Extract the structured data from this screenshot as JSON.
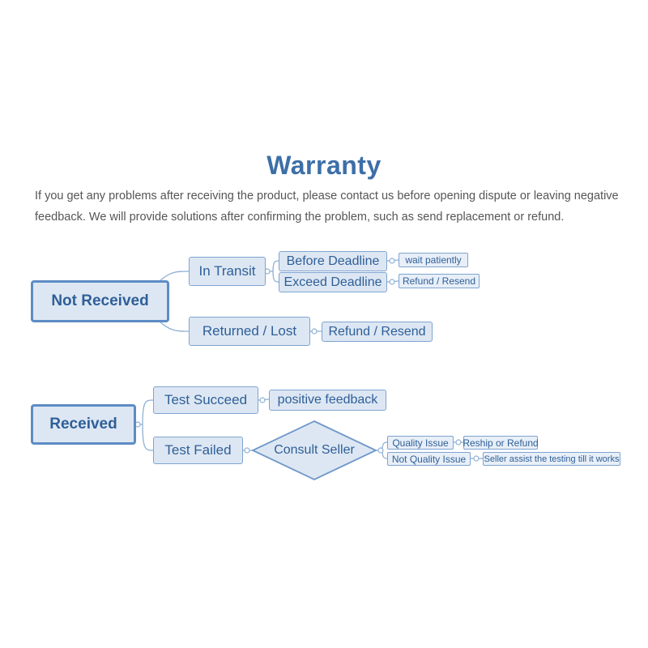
{
  "title": "Warranty",
  "intro": {
    "line1": "If you get any problems after receiving the product, please contact us before opening dispute or leaving negative",
    "line2": "feedback. We will provide solutions after confirming the problem, such as send replacement or refund."
  },
  "not_received": {
    "root": "Not Received",
    "in_transit": "In Transit",
    "before_deadline": "Before Deadline",
    "wait_patiently": "wait patiently",
    "exceed_deadline": "Exceed Deadline",
    "refund_resend_small": "Refund / Resend",
    "returned_lost": "Returned / Lost",
    "refund_resend": "Refund / Resend"
  },
  "received": {
    "root": "Received",
    "test_succeed": "Test Succeed",
    "positive_feedback": "positive feedback",
    "test_failed": "Test Failed",
    "consult_seller": "Consult Seller",
    "quality_issue": "Quality Issue",
    "reship_or_refund": "Reship or Refund",
    "not_quality_issue": "Not Quality Issue",
    "seller_assist": "Seller assist the testing till it works"
  },
  "colors": {
    "node_fill": "#dde7f3",
    "node_border": "#7fa4cf",
    "text": "#2e5f98",
    "title": "#3d6fa8"
  }
}
